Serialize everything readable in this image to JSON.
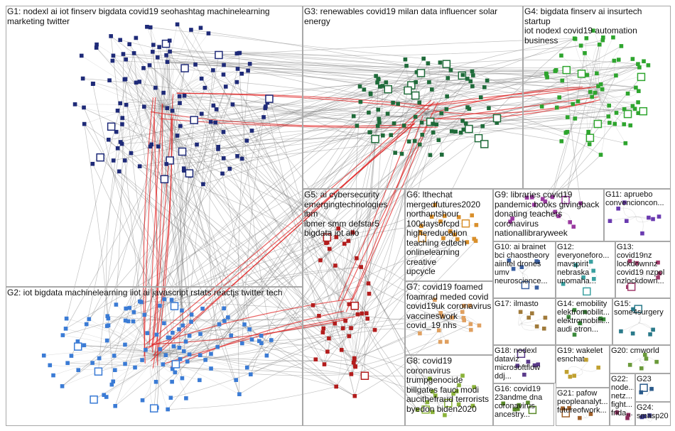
{
  "groups": [
    {
      "id": "G1",
      "label": "G1: nodexl ai iot finserv bigdata covid19 seohashtag machinelearning\nmarketing twitter",
      "color": "#1e2a78"
    },
    {
      "id": "G2",
      "label": "G2: iot bigdata machinelearning iiot ai javascript rstats reactjs twitter tech",
      "color": "#3a7bd5"
    },
    {
      "id": "G3",
      "label": "G3: renewables covid19 milan data influencer solar\nenergy",
      "color": "#1f6b3a"
    },
    {
      "id": "G4",
      "label": "G4: bigdata finserv ai insurtech startup\niot nodexl covid19 automation\nbusiness",
      "color": "#2ea52e"
    },
    {
      "id": "G5",
      "label": "G5: ai cybersecurity\nemergingtechnologies ibm\nibmer smm defstar5\nbigdata iot aiio",
      "color": "#b31d1d"
    },
    {
      "id": "G6",
      "label": "G6: lthechat\nmergedfutures2020\nnorthantshour\n100daysofcpd\nhighereducation\nteaching edtech\nonlinelearning creative\nupcycle",
      "color": "#d98f2b"
    },
    {
      "id": "G7",
      "label": "G7: covid19 foamed\nfoamrad meded covid\ncovid19uk coronavirus\nvaccineswork\ncovid_19 nhs",
      "color": "#e0a060"
    },
    {
      "id": "G8",
      "label": "G8: covid19\ncoronavirus\ntrumpgenocide\nbillgates fauci modi\naucithefraud terrorists\nbyedon biden2020",
      "color": "#8bb33a"
    },
    {
      "id": "G9",
      "label": "G9: libraries covid19\npandemic books givingback\ndonating teachers\ncoronavirus\nnationallibraryweek",
      "color": "#9a3aa0"
    },
    {
      "id": "G10",
      "label": "G10: ai brainet\nbci chaostheory\naiintel drones\numv\nneuroscience...",
      "color": "#3a5fa0"
    },
    {
      "id": "G11",
      "label": "G11: apruebo\nconvencioncon...",
      "color": "#6a3ab0"
    },
    {
      "id": "G12",
      "label": "G12:\neveryoneforo...\nmavspirit\nnebraska\nunomaha...",
      "color": "#3aa0a0"
    },
    {
      "id": "G13",
      "label": "G13:\ncovid19nz\nlockdownnz\ncovid19 nzpol\nnzlockdown...",
      "color": "#a03a6a"
    },
    {
      "id": "G14",
      "label": "G14: emobility\nelektromobilit...\nelektromobilit...\naudi etron...",
      "color": "#3a8a3a"
    },
    {
      "id": "G15",
      "label": "G15:\nsome4surgery",
      "color": "#2a7a8a"
    },
    {
      "id": "G16",
      "label": "G16: covid19\n23andme dna\ncoronavirus\nancestry...",
      "color": "#5a8a2a"
    },
    {
      "id": "G17",
      "label": "G17: ilmasto",
      "color": "#a07a3a"
    },
    {
      "id": "G18",
      "label": "G18: nodexl\ndataviz\nmicrosoftflow\nddj...",
      "color": "#5a3a8a"
    },
    {
      "id": "G19",
      "label": "G19: wakelet\nesnchat",
      "color": "#c0a030"
    },
    {
      "id": "G20",
      "label": "G20: cmworld",
      "color": "#6a9a3a"
    },
    {
      "id": "G21",
      "label": "G21: pafow\npeopleanalyt...\nfutureofwork...",
      "color": "#a0602a"
    },
    {
      "id": "G22",
      "label": "G22:\nnode...\nnetz...\nfight...\nfrida...",
      "color": "#8a2a5a"
    },
    {
      "id": "G23",
      "label": "G23",
      "color": "#2a5a8a"
    },
    {
      "id": "G24",
      "label": "G24:\nsmasp20",
      "color": "#3a3a8a"
    }
  ],
  "edge_colors": {
    "normal": "#777777",
    "highlight": "#e02020"
  }
}
